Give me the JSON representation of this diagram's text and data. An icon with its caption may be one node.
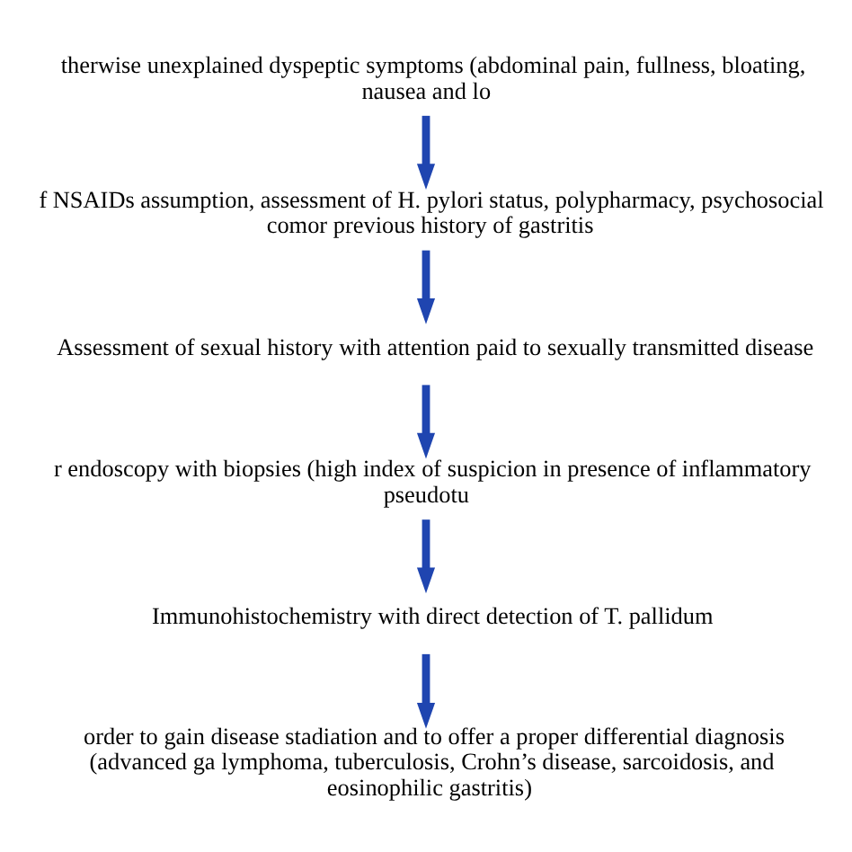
{
  "diagram": {
    "nodes": [
      {
        "text": [
          "therwise unexplained dyspeptic symptoms (abdominal pain, fullness, bloating, nausea and lo"
        ]
      },
      {
        "text": [
          "f NSAIDs assumption, assessment of H. pylori status, polypharmacy, psychosocial comor previous history of gastritis"
        ]
      },
      {
        "text": [
          "Assessment of sexual history with attention paid to sexually transmitted disease"
        ]
      },
      {
        "text": [
          "r endoscopy with biopsies (high index of suspicion in presence of inflammatory pseudotu"
        ]
      },
      {
        "text": [
          "Immunohistochemistry with direct detection of T. pallidum"
        ]
      },
      {
        "text": [
          "order to gain disease stadiation and to offer a proper differential diagnosis (advanced ga lymphoma, tuberculosis, Crohn’s disease, sarcoidosis, and eosinophilic gastritis)"
        ]
      }
    ],
    "edges": [
      {
        "from": 0,
        "to": 1,
        "arrow": "to"
      },
      {
        "from": 1,
        "to": 2,
        "arrow": "to"
      },
      {
        "from": 2,
        "to": 3,
        "arrow": "to"
      },
      {
        "from": 3,
        "to": 4,
        "arrow": "to"
      },
      {
        "from": 4,
        "to": 5,
        "arrow": "to"
      }
    ]
  }
}
